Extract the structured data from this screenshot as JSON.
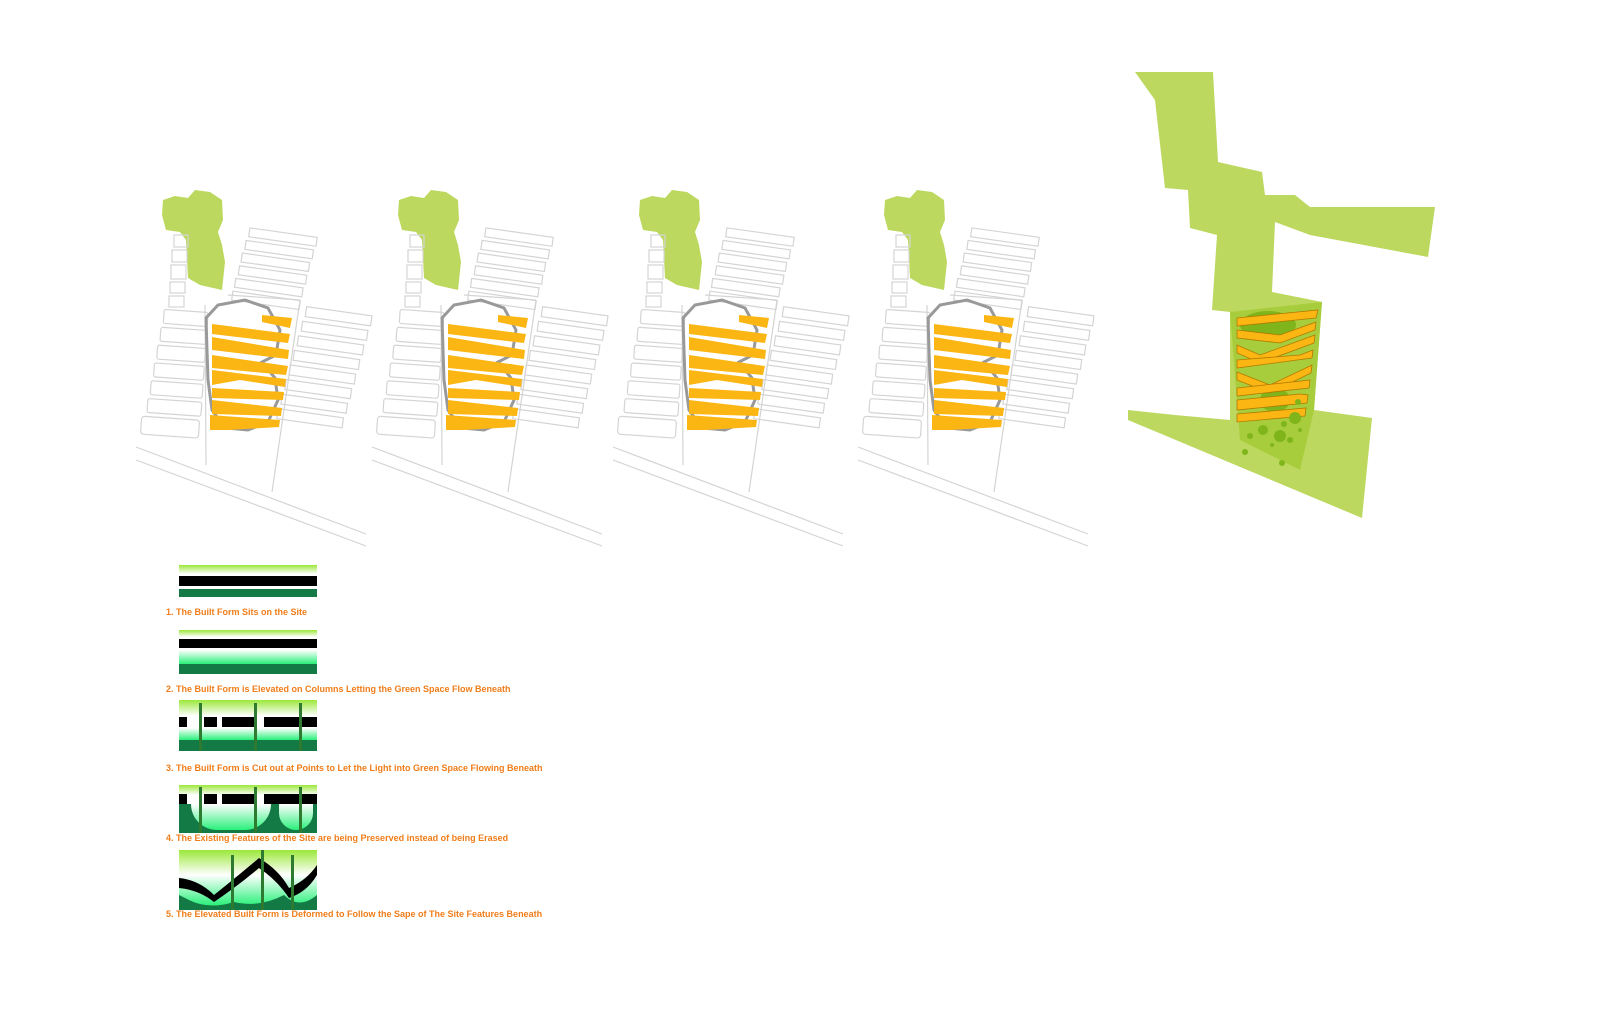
{
  "colors": {
    "green_space": "#bcd85f",
    "built_form": "#fbb613",
    "outline": "#d0d0d0",
    "oval": "#999999",
    "caption": "#f07d1a"
  },
  "steps": [
    {
      "caption": "1. The Built Form Sits on the Site"
    },
    {
      "caption": "2. The Built Form is Elevated on Columns Letting the Green Space Flow Beneath"
    },
    {
      "caption": "3. The Built Form is Cut out at Points to Let the Light into  Green Space Flowing Beneath"
    },
    {
      "caption": "4. The Existing  Features of the Site are being Preserved instead of being Erased"
    },
    {
      "caption": "5. The Elevated Built Form is Deformed to Follow the Sape of The Site Features Beneath"
    }
  ]
}
